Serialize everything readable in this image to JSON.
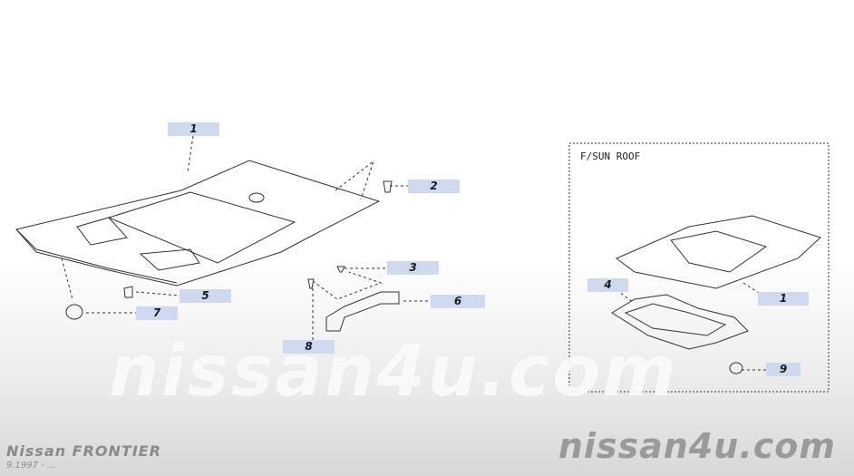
{
  "callouts": [
    {
      "id": "1",
      "label": "1"
    },
    {
      "id": "2",
      "label": "2"
    },
    {
      "id": "3",
      "label": "3"
    },
    {
      "id": "5",
      "label": "5"
    },
    {
      "id": "6",
      "label": "6"
    },
    {
      "id": "7",
      "label": "7"
    },
    {
      "id": "8",
      "label": "8"
    },
    {
      "id": "inset-1",
      "label": "1"
    },
    {
      "id": "4",
      "label": "4"
    },
    {
      "id": "9",
      "label": "9"
    }
  ],
  "inset": {
    "title": "F/SUN ROOF"
  },
  "watermark": "nissan4u.com",
  "brand": "nissan4u.com",
  "model": "Nissan FRONTIER",
  "date": "9.1997 - ...",
  "colors": {
    "callout_bg": "#cfdaf0",
    "line": "#333333"
  }
}
